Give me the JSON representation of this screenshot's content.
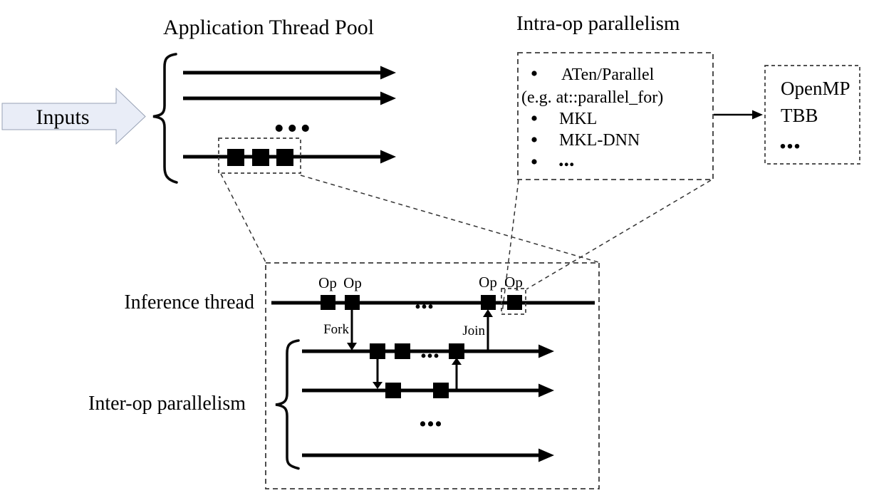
{
  "diagram": {
    "ellipsis": "...",
    "colors": {
      "inputs_fill": "#e9edf7",
      "inputs_stroke": "#97a1b4",
      "ink": "#000000"
    },
    "top_left": {
      "title": "Application Thread Pool",
      "inputs_label": "Inputs"
    },
    "top_right": {
      "title": "Intra-op parallelism",
      "bullet_items": [
        "ATen/Parallel",
        "(e.g. at::parallel_for)",
        "MKL",
        "MKL-DNN",
        "..."
      ],
      "backends": [
        "OpenMP",
        "TBB",
        "..."
      ]
    },
    "bottom": {
      "inference_label": "Inference thread",
      "interop_label": "Inter-op parallelism",
      "op_label": "Op",
      "fork_label": "Fork",
      "join_label": "Join"
    }
  }
}
